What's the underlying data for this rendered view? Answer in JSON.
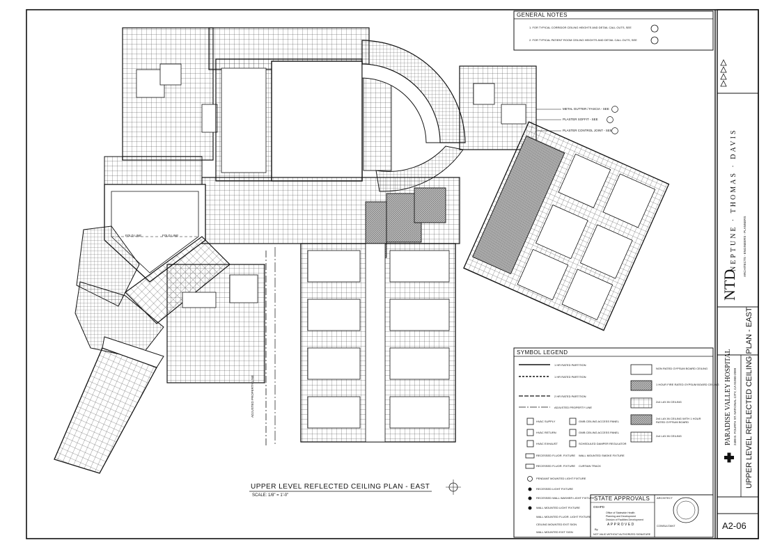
{
  "general_notes": {
    "heading": "GENERAL NOTES",
    "notes": [
      "1.   FOR TYPICAL CORRIDOR CEILING HEIGHTS AND DETAIL CALL OUTS, SEE",
      "2.   FOR TYPICAL PATIENT ROOM CEILING HEIGHTS AND DETAIL CALL OUTS, SEE"
    ]
  },
  "callouts": [
    "METAL GUTTER / FASCIA - SEE",
    "PLASTER SOFFIT - SEE",
    "PLASTER CONTROL JOINT - SEE"
  ],
  "plan_labels": {
    "fold_line": "FOLD LINE",
    "property_line": "ADJUSTED PROPERTY LINE"
  },
  "drawing_title": {
    "title": "UPPER LEVEL REFLECTED CEILING PLAN - EAST",
    "scale": "SCALE: 1/8\" = 1'-0\""
  },
  "symbol_legend": {
    "heading": "SYMBOL LEGEND",
    "left_items": [
      "1 HR RATED PARTITION",
      "1 HR RATED PARTITION",
      "2 HR RATED PARTITION",
      "ADJUSTED PROPERTY LINE",
      "HVAC SUPPLY",
      "HVAC RETURN",
      "HVAC EXHAUST",
      "RECESSED FLUOR. FIXTURE",
      "RECESSED FLUOR. FIXTURE",
      "PENDANT MOUNTED LIGHT FIXTURE",
      "RECESSED LIGHT FIXTURE",
      "RECESSED WALL WASHER LIGHT FIXTURE",
      "WALL MOUNTED LIGHT FIXTURE",
      "WALL MOUNTED FLUOR. LIGHT FIXTURE",
      "CEILING MOUNTED EXIT SIGN",
      "WALL MOUNTED EXIT SIGN"
    ],
    "mid_items": [
      "GWB CEILING ACCESS PANEL",
      "GWB CEILING ACCESS PANEL",
      "SCHEDULED DAMPER REGULATOR",
      "WALL MOUNTED SMOKE FIXTURE",
      "CURTAIN TRACK"
    ],
    "right_items": [
      "NON RATED GYPSUM BOARD CEILING",
      "1 HOUR FIRE RATED GYPSUM BOARD CEILING",
      "2x4 LAY-IN CEILING",
      "2x4 LAY-IN CEILING WITH 1 HOUR RATED GYPSUM BOARD",
      "2x4 LAY-IN CEILING"
    ]
  },
  "approvals": {
    "heading": "STATE APPROVALS",
    "oshpd": "OSHPD",
    "office_lines": [
      "Office of Statewide Health",
      "Planning and Development",
      "Division of Facilities Development"
    ],
    "approved": "APPROVED",
    "by": "By",
    "not_valid": "NOT VALID WITHOUT AUTHORIZED SIGNATURE",
    "architect": "ARCHITECT",
    "consultant": "CONSULTANT"
  },
  "firm": {
    "ntd": "NTD",
    "name": "NEPTUNE · THOMAS · DAVIS",
    "tagline": "ARCHITECTS - ENGINEERS - PLANNERS"
  },
  "project": {
    "name": "PARADISE VALLEY HOSPITAL",
    "address": "2400 E. FOURTH ST.  NATIONAL CITY,  CA  91950-2099"
  },
  "sheet": {
    "title": "UPPER LEVEL REFLECTED CEILING PLAN - EAST",
    "number": "A2-06"
  },
  "colors": {
    "line": "#111111",
    "hatch": "#9a9a9a",
    "paper": "#ffffff"
  }
}
